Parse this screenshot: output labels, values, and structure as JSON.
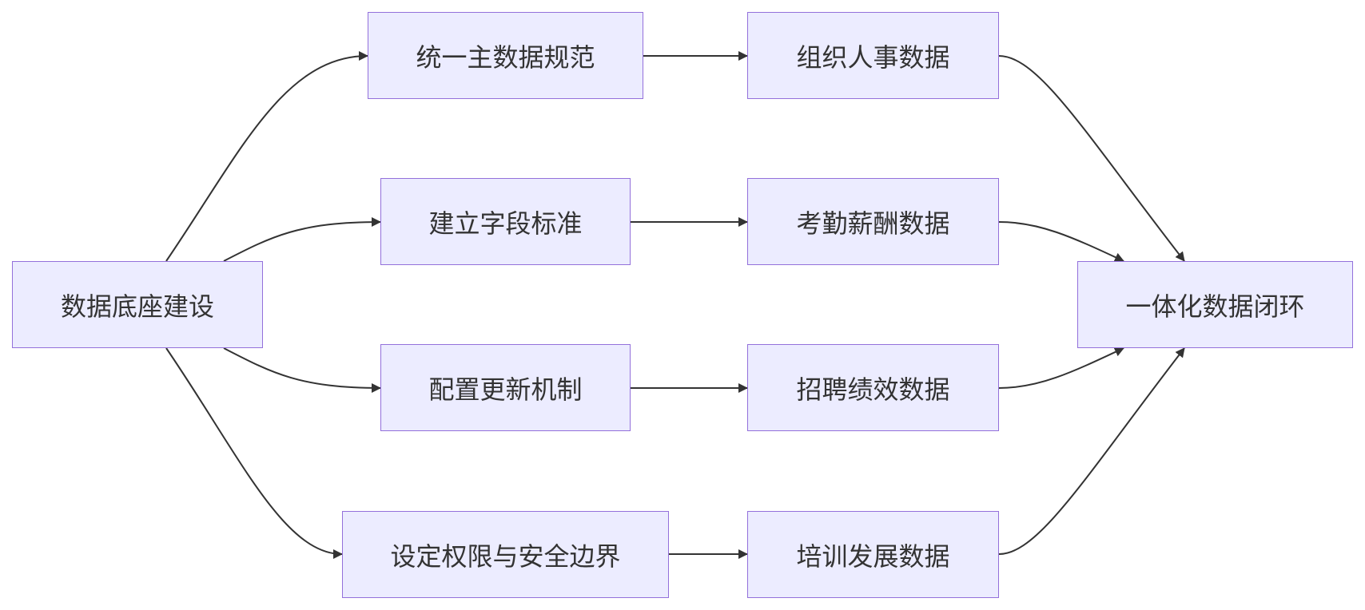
{
  "colors": {
    "node_fill": "#ECECFF",
    "node_border": "#9370DB",
    "text": "#333333",
    "edge": "#333333",
    "background": "#FFFFFF"
  },
  "nodes": {
    "foundation": {
      "label": "数据底座建设"
    },
    "unified_master_spec": {
      "label": "统一主数据规范"
    },
    "field_standards": {
      "label": "建立字段标准"
    },
    "update_mechanism": {
      "label": "配置更新机制"
    },
    "permission_security": {
      "label": "设定权限与安全边界"
    },
    "org_hr_data": {
      "label": "组织人事数据"
    },
    "attendance_payroll_data": {
      "label": "考勤薪酬数据"
    },
    "recruit_performance_data": {
      "label": "招聘绩效数据"
    },
    "training_dev_data": {
      "label": "培训发展数据"
    },
    "closed_loop": {
      "label": "一体化数据闭环"
    }
  },
  "edges": [
    {
      "from": "foundation",
      "to": "unified_master_spec"
    },
    {
      "from": "foundation",
      "to": "field_standards"
    },
    {
      "from": "foundation",
      "to": "update_mechanism"
    },
    {
      "from": "foundation",
      "to": "permission_security"
    },
    {
      "from": "unified_master_spec",
      "to": "org_hr_data"
    },
    {
      "from": "field_standards",
      "to": "attendance_payroll_data"
    },
    {
      "from": "update_mechanism",
      "to": "recruit_performance_data"
    },
    {
      "from": "permission_security",
      "to": "training_dev_data"
    },
    {
      "from": "org_hr_data",
      "to": "closed_loop"
    },
    {
      "from": "attendance_payroll_data",
      "to": "closed_loop"
    },
    {
      "from": "recruit_performance_data",
      "to": "closed_loop"
    },
    {
      "from": "training_dev_data",
      "to": "closed_loop"
    }
  ]
}
